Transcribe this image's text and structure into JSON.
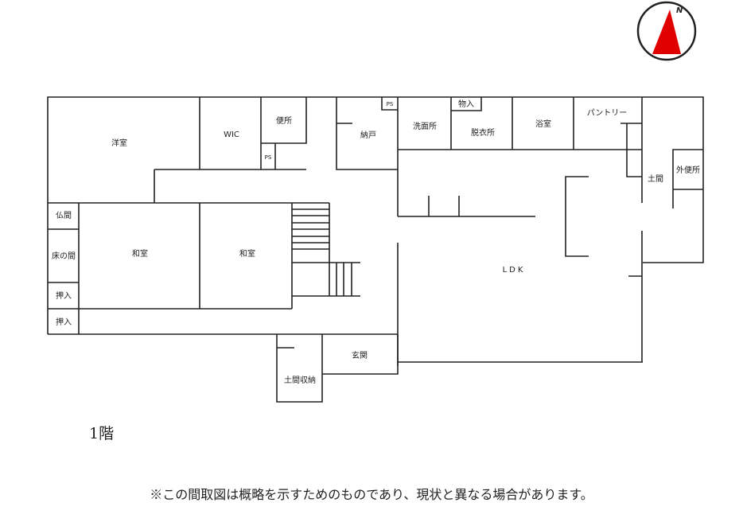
{
  "floor_label": "1階",
  "note": "※この間取図は概略を示すためのものであり、現状と異なる場合があります。",
  "compass": {
    "label": "N",
    "color": "#e00000"
  },
  "rooms": {
    "yoshitsu": "洋室",
    "wic": "WIC",
    "toilet": "便所",
    "ps1": "PS",
    "nando": "納戸",
    "ps2": "PS",
    "senmen": "洗面所",
    "monoire": "物入",
    "datsui": "脱衣所",
    "yokushitsu": "浴室",
    "pantry": "パントリー",
    "doma": "土間",
    "outer_toilet": "外便所",
    "butsuma": "仏間",
    "tokonoma": "床の間",
    "oshiire1": "押入",
    "oshiire2": "押入",
    "washitsu1": "和室",
    "washitsu2": "和室",
    "ldk": "LDK",
    "genkan": "玄関",
    "doma_storage": "土間収納"
  }
}
